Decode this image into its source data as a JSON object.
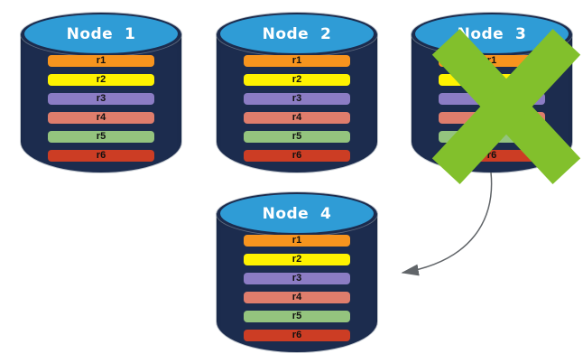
{
  "colors": {
    "background": "#FFFFFF",
    "cylinder_body": "#1C2C4E",
    "cylinder_top": "#2F9CD6",
    "cylinder_outline": "#949EAA",
    "failed_x": "#82C02C",
    "arrow": "#616569",
    "title_text": "#FFFFFF",
    "bar_text": "#101010"
  },
  "nodes": [
    {
      "id": "node-1",
      "label": "Node  1",
      "status": "active"
    },
    {
      "id": "node-2",
      "label": "Node  2",
      "status": "active"
    },
    {
      "id": "node-3",
      "label": "Node  3",
      "status": "failed"
    },
    {
      "id": "node-4",
      "label": "Node  4",
      "status": "active"
    }
  ],
  "partitions": [
    {
      "label": "r1",
      "color": "#F7941E"
    },
    {
      "label": "r2",
      "color": "#FEF200"
    },
    {
      "label": "r3",
      "color": "#8B7CC4"
    },
    {
      "label": "r4",
      "color": "#DF7D6C"
    },
    {
      "label": "r5",
      "color": "#94C47E"
    },
    {
      "label": "r6",
      "color": "#CC3D24"
    }
  ]
}
